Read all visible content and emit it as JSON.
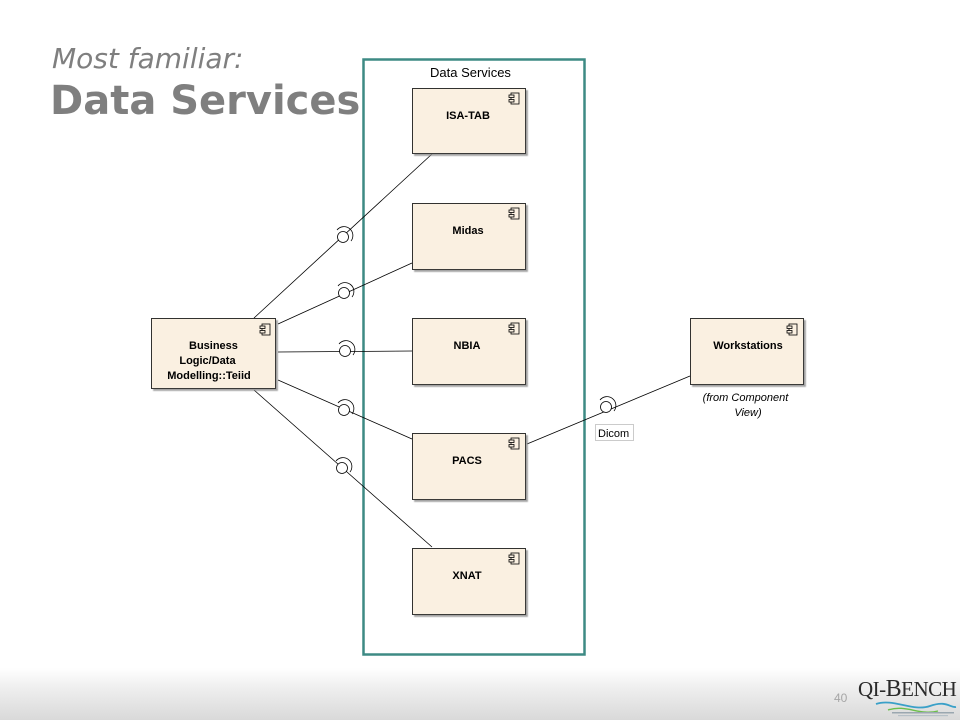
{
  "slide": {
    "subtitle": "Most familiar:",
    "title": "Data Services",
    "page_number": "40"
  },
  "logo": {
    "text_prefix": "QI-",
    "text_big": "B",
    "text_rest": "ENCH"
  },
  "diagram": {
    "package_label": "Data Services",
    "business_component": [
      "Business",
      "Logic/Data",
      "Modelling::Teiid"
    ],
    "data_components": [
      "ISA-TAB",
      "Midas",
      "NBIA",
      "PACS",
      "XNAT"
    ],
    "workstations": {
      "label": "Workstations",
      "note_line1": "(from Component",
      "note_line2": "View)"
    },
    "interface_label": "Dicom"
  }
}
